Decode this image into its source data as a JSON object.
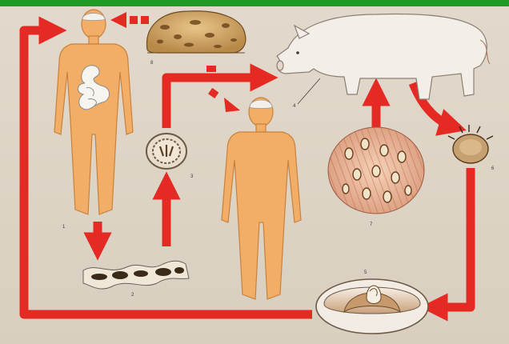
{
  "figure": {
    "labels": [
      "1",
      "2",
      "3",
      "4",
      "5",
      "6",
      "7",
      "8"
    ],
    "colors": {
      "arrow": "#e52a24",
      "skin": "#f2ae66",
      "skin_outline": "#c9813c",
      "background": "#dcd3c5",
      "top_bar": "#1f9a25",
      "pig": "#f4eee8"
    },
    "icons": [
      "human-figure-with-intestine",
      "human-figure",
      "brain-cross-section",
      "pig",
      "egg",
      "tapeworm-segment",
      "muscle-tissue-with-cysts",
      "onchosphere-larva",
      "cysticercus-larva"
    ]
  }
}
